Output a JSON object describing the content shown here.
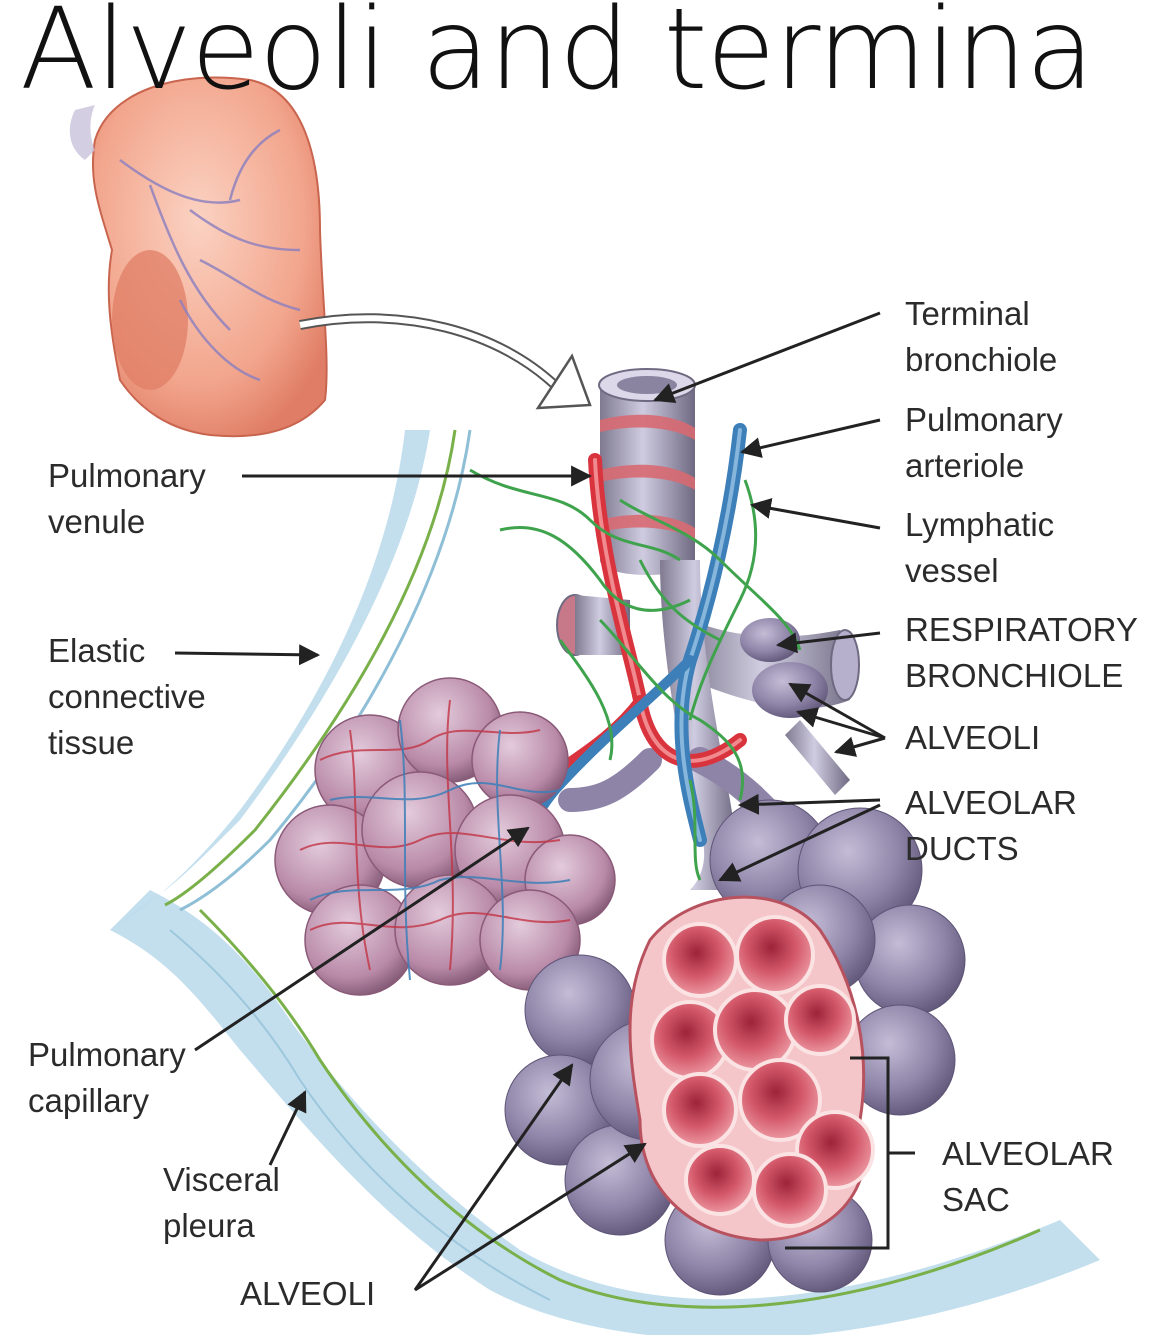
{
  "title": "Alveoli and termina",
  "labels": {
    "terminal_bronchiole": [
      "Terminal",
      "bronchiole"
    ],
    "pulmonary_arteriole": [
      "Pulmonary",
      "arteriole"
    ],
    "lymphatic_vessel": [
      "Lymphatic",
      "vessel"
    ],
    "respiratory_bronchiole": [
      "RESPIRATORY",
      "BRONCHIOLE"
    ],
    "alveoli_right": [
      "ALVEOLI"
    ],
    "alveolar_ducts": [
      "ALVEOLAR",
      "DUCTS"
    ],
    "alveolar_sac": [
      "ALVEOLAR",
      "SAC"
    ],
    "pulmonary_venule": [
      "Pulmonary",
      "venule"
    ],
    "elastic_connective_tissue": [
      "Elastic",
      "connective",
      "tissue"
    ],
    "pulmonary_capillary": [
      "Pulmonary",
      "capillary"
    ],
    "visceral_pleura": [
      "Visceral",
      "pleura"
    ],
    "alveoli_bottom": [
      "ALVEOLI"
    ]
  },
  "colors": {
    "lung": "#f2a58c",
    "pleura": "#b9d9ea",
    "artery": "#3d7fb8",
    "vein": "#d9343e",
    "lymph": "#3fa34d",
    "airway": "#9a90b3",
    "alveolus_cut": "#c9465a"
  }
}
